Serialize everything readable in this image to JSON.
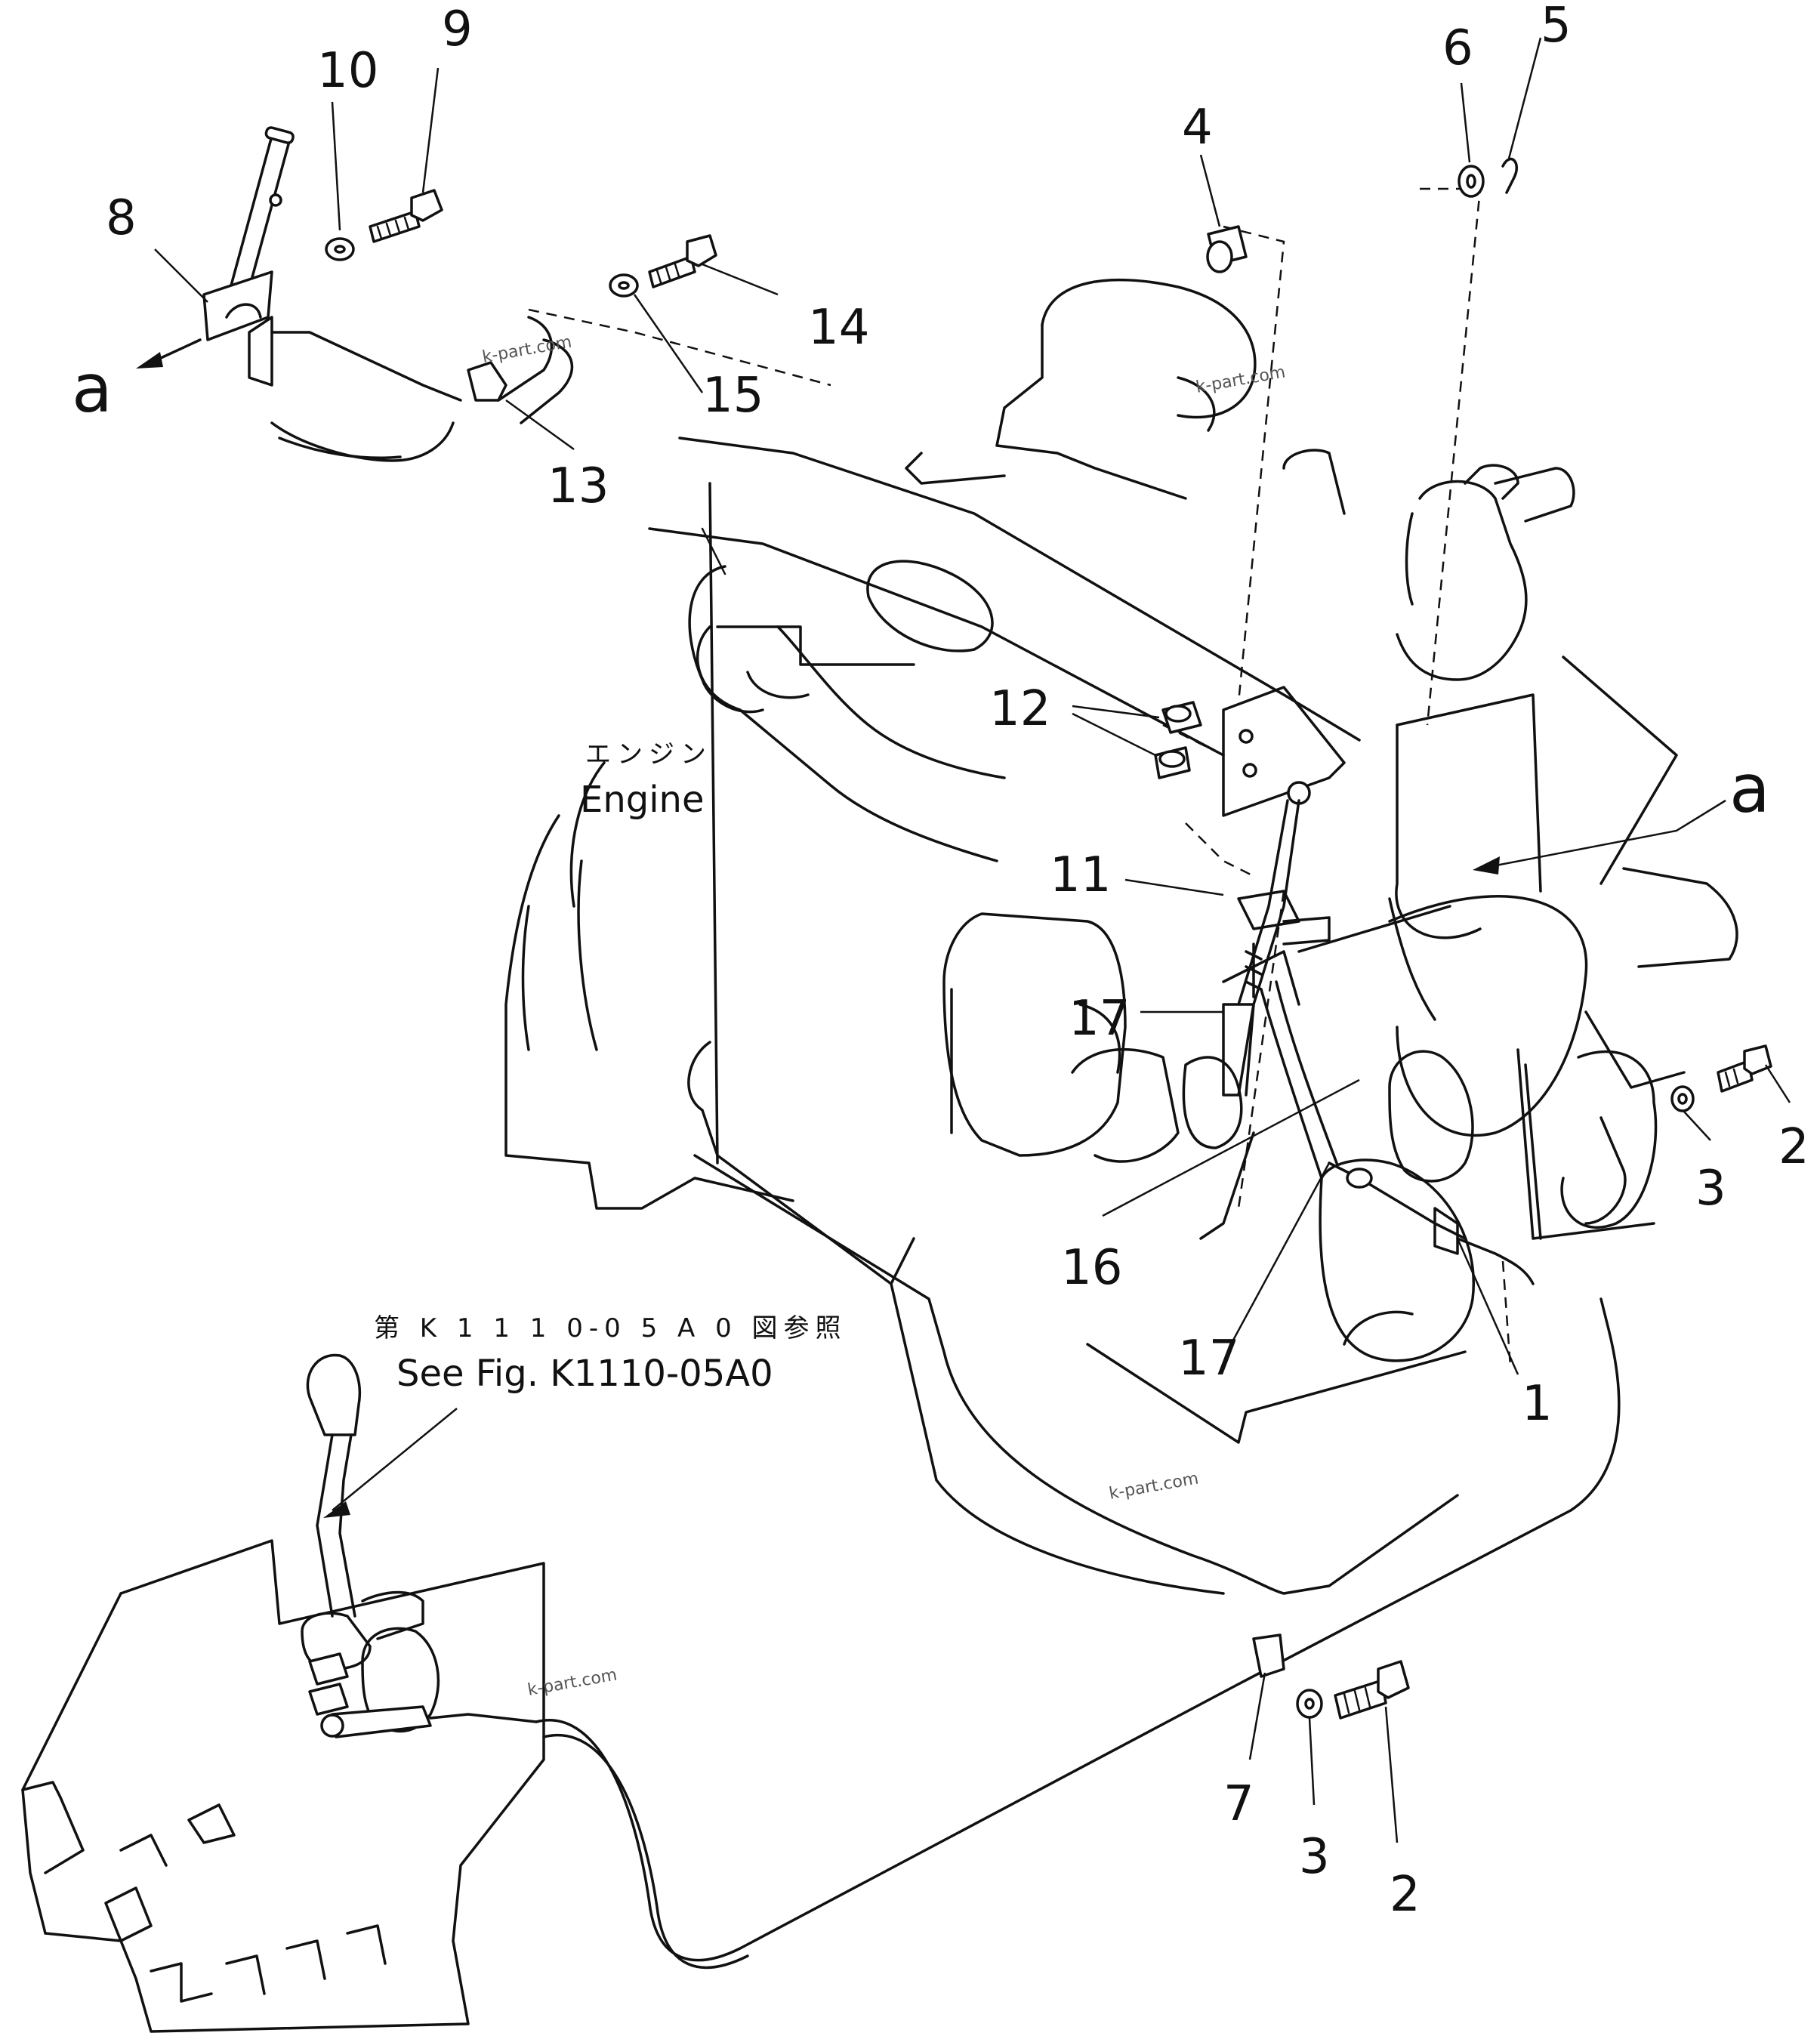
{
  "callouts": {
    "c1": "1",
    "c2a": "2",
    "c2b": "2",
    "c3a": "3",
    "c3b": "3",
    "c4": "4",
    "c5": "5",
    "c6": "6",
    "c7": "7",
    "c8": "8",
    "c9": "9",
    "c10": "10",
    "c11": "11",
    "c12": "12",
    "c13": "13",
    "c14": "14",
    "c15": "15",
    "c16": "16",
    "c17a": "17",
    "c17b": "17",
    "ref_a_left": "a",
    "ref_a_right": "a"
  },
  "labels": {
    "engine_jp": "エンジン",
    "engine_en": "Engine",
    "see_fig_jp": "第 K 1 1 1 0-0 5 A 0 図参照",
    "see_fig_en": "See Fig. K1110-05A0"
  },
  "watermarks": {
    "w1": "k-part.com",
    "w2": "k-part.com",
    "w3": "k-part.com",
    "w4": "k-part.com"
  }
}
